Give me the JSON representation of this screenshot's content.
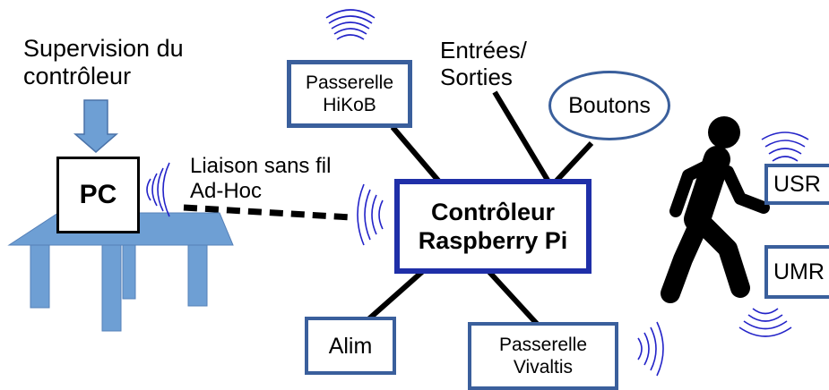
{
  "supervision": {
    "line1": "Supervision du",
    "line2": "contrôleur"
  },
  "pc": {
    "label": "PC"
  },
  "link": {
    "line1": "Liaison sans fil",
    "line2": "Ad-Hoc"
  },
  "controller": {
    "line1": "Contrôleur",
    "line2": "Raspberry Pi"
  },
  "hikob": {
    "line1": "Passerelle",
    "line2": "HiKoB"
  },
  "io": {
    "line1": "Entrées/",
    "line2": "Sorties"
  },
  "buttons": {
    "label": "Boutons"
  },
  "alim": {
    "label": "Alim"
  },
  "vivaltis": {
    "line1": "Passerelle",
    "line2": "Vivaltis"
  },
  "usr": {
    "label": "USR"
  },
  "umr": {
    "label": "UMR"
  },
  "colors": {
    "box_border": "#3a5f9c",
    "controller_border": "#1f2fa8",
    "table": "#6e9fd4",
    "waves": "#2323c8"
  },
  "icons": [
    "wifi-waves-icon",
    "walking-person-icon",
    "down-arrow-icon",
    "table-icon"
  ]
}
